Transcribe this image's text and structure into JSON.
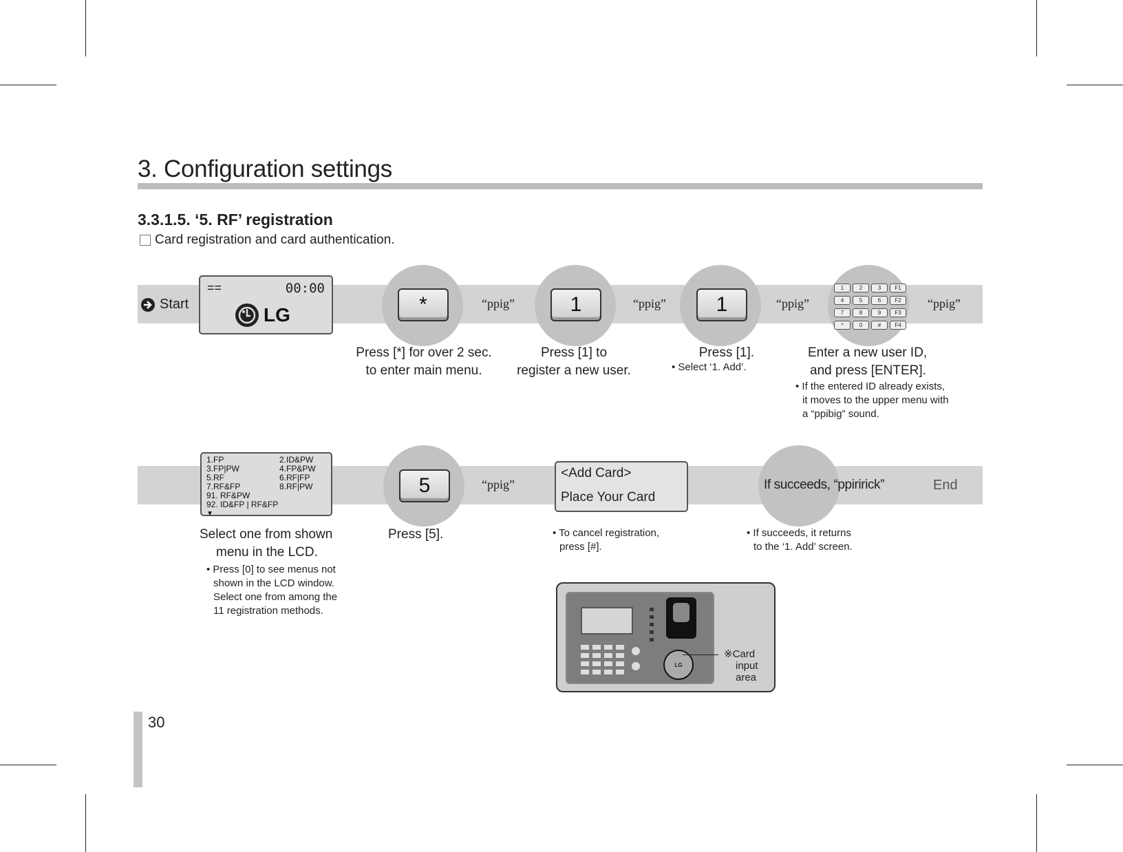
{
  "header": {
    "title": "3. Configuration settings",
    "subtitle": "3.3.1.5. ‘5. RF’ registration",
    "description": "Card registration and card authentication."
  },
  "row1": {
    "start_label": "Start",
    "lcd_top_left": "==",
    "lcd_time": "00:00",
    "lcd_logo": "LG",
    "key_star": "*",
    "key_1a": "1",
    "key_1b": "1",
    "ppig": "“ppig”",
    "keypad_keys": [
      "1",
      "2",
      "3",
      "F1",
      "4",
      "5",
      "6",
      "F2",
      "7",
      "8",
      "9",
      "F3",
      "*",
      "0",
      "#",
      "F4"
    ],
    "captions": {
      "step1_line1": "Press [*] for over 2 sec.",
      "step1_line2": "to enter main menu.",
      "step2_line1": "Press [1] to",
      "step2_line2": "register a new user.",
      "step3_line1": "Press [1].",
      "step3_note": "• Select ‘1. Add’.",
      "step4_line1": "Enter a new user ID,",
      "step4_line2": "and press [ENTER].",
      "step4_note1": "• If the entered ID already exists,",
      "step4_note2": "it moves to the upper menu with",
      "step4_note3": "a “ppibig” sound."
    }
  },
  "row2": {
    "menu_items": [
      "1.FP",
      "2.ID&PW",
      "3.FP|PW",
      "4.FP&PW",
      "5.RF",
      "6.RF|FP",
      "7.RF&FP",
      "8.RF|PW"
    ],
    "menu_extra1": "91. RF&PW",
    "menu_extra2": "92. ID&FP | RF&FP",
    "menu_arrow": "▼",
    "key_5": "5",
    "ppig": "“ppig”",
    "add_card_line1": "<Add Card>",
    "add_card_line2": "Place Your Card",
    "success_text": "If succeeds, “ppiririck”",
    "end_label": "End",
    "captions": {
      "step1_line1": "Select one from shown",
      "step1_line2": "menu in the LCD.",
      "step1_note1": "• Press [0] to see menus not",
      "step1_note2": "shown in the LCD window.",
      "step1_note3": "Select one from among the",
      "step1_note4": "11 registration methods.",
      "step2_line1": "Press [5].",
      "cancel_note1": "• To cancel registration,",
      "cancel_note2": "press [#].",
      "success_note1": "• If succeeds, it returns",
      "success_note2": "to the ‘1. Add’ screen."
    }
  },
  "device": {
    "card_label1": "※Card",
    "card_label2": "input",
    "card_label3": "area",
    "logo": "LG"
  },
  "footer": {
    "page_number": "30"
  }
}
